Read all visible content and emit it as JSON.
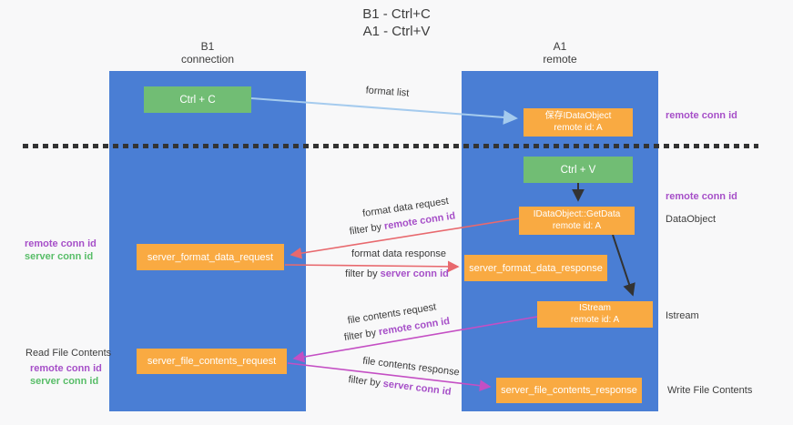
{
  "title": {
    "line1": "B1 - Ctrl+C",
    "line2": "A1 - Ctrl+V"
  },
  "lifelines": {
    "b1": {
      "name": "B1",
      "subtitle": "connection"
    },
    "a1": {
      "name": "A1",
      "subtitle": "remote"
    }
  },
  "boxes": {
    "ctrl_c": {
      "label": "Ctrl + C"
    },
    "save_idataobject": {
      "line1": "保存IDataObject",
      "line2": "remote id: A"
    },
    "ctrl_v": {
      "label": "Ctrl + V"
    },
    "getdata": {
      "line1": "IDataObject::GetData",
      "line2": "remote id: A"
    },
    "server_format_data_request": {
      "label": "server_format_data_request"
    },
    "server_format_data_response": {
      "label": "server_format_data_response"
    },
    "istream": {
      "line1": "IStream",
      "line2": "remote id: A"
    },
    "server_file_contents_request": {
      "label": "server_file_contents_request"
    },
    "server_file_contents_response": {
      "label": "server_file_contents_response"
    }
  },
  "arrow_labels": {
    "format_list": "format list",
    "format_data_request": "format data request",
    "format_data_response": "format data response",
    "file_contents_request": "file contents request",
    "file_contents_response": "file contents response",
    "filter_by": "filter by ",
    "remote_conn_id": "remote conn id",
    "server_conn_id": "server conn id"
  },
  "side_labels": {
    "right": {
      "remote_conn_id_top": "remote conn id",
      "remote_conn_id_mid": "remote conn id",
      "dataobject": "DataObject",
      "istream": "Istream",
      "write_file_contents": "Write File Contents"
    },
    "left": {
      "remote_conn_id_mid": "remote conn id",
      "server_conn_id_mid": "server conn id",
      "read_file_contents": "Read File Contents",
      "remote_conn_id_bottom": "remote conn id",
      "server_conn_id_bottom": "server conn id"
    }
  },
  "colors": {
    "lifeline_blue": "#4a7ed4",
    "box_green": "#71bd74",
    "box_orange": "#f9aa42",
    "arrow_light_blue": "#a5cbee",
    "arrow_red": "#e8696e",
    "arrow_magenta": "#c44fc4",
    "arrow_black": "#333333",
    "text_purple": "#a64fc8",
    "text_green": "#58bd68",
    "text_dark": "#3d3d3d"
  }
}
